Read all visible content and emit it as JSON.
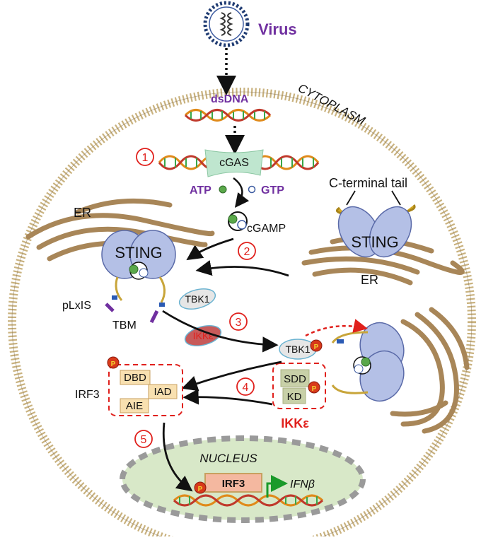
{
  "labels": {
    "virus": "Virus",
    "cytoplasm": "CYTOPLASM",
    "dsdna": "dsDNA",
    "cgas": "cGAS",
    "atp": "ATP",
    "gtp": "GTP",
    "cgamp": "cGAMP",
    "er_left": "ER",
    "er_right": "ER",
    "sting_left": "STING",
    "sting_right": "STING",
    "c_terminal_tail": "C-terminal tail",
    "plxis": "pLxIS",
    "tbm": "TBM",
    "tbk1_free": "TBK1",
    "ikke_free": "IKKε",
    "tbk1_bound": "TBK1",
    "irf3": "IRF3",
    "dbd": "DBD",
    "iad": "IAD",
    "aie": "AIE",
    "sdd": "SDD",
    "kd": "KD",
    "ikke_complex": "IKKε",
    "nucleus": "NUCLEUS",
    "irf3_nuclear": "IRF3",
    "ifnb": "IFNβ",
    "phospho": "P"
  },
  "steps": [
    "①",
    "②",
    "③",
    "④",
    "⑤"
  ],
  "colors": {
    "purple": "#7030a0",
    "red": "#e0201c",
    "er_brown": "#a88658",
    "sting_blue": "#b4c0e6",
    "cgas_green": "#bfe6cf",
    "nucleus_fill": "#d8e8c8",
    "membrane": "#c9b27f"
  }
}
